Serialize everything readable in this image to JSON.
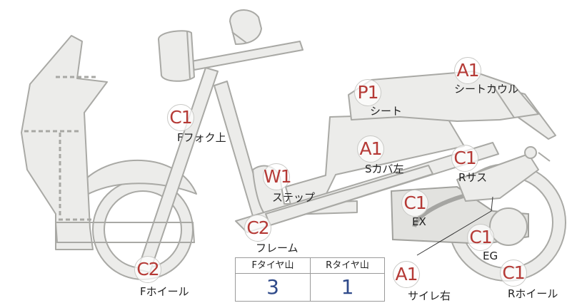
{
  "markers": [
    {
      "id": "f-fork-upper",
      "grade": "C1",
      "label": "Fフォク上"
    },
    {
      "id": "f-wheel",
      "grade": "C2",
      "label": "Fホイール"
    },
    {
      "id": "step",
      "grade": "W1",
      "label": "ステップ"
    },
    {
      "id": "frame",
      "grade": "C2",
      "label": "フレーム"
    },
    {
      "id": "seat",
      "grade": "P1",
      "label": "シート"
    },
    {
      "id": "seat-cowl",
      "grade": "A1",
      "label": "シートカウル"
    },
    {
      "id": "s-cover-left",
      "grade": "A1",
      "label": "Sカバ左"
    },
    {
      "id": "r-suspension",
      "grade": "C1",
      "label": "Rサス"
    },
    {
      "id": "exhaust",
      "grade": "C1",
      "label": "EX"
    },
    {
      "id": "engine",
      "grade": "C1",
      "label": "EG"
    },
    {
      "id": "muffler-right",
      "grade": "A1",
      "label": "サイレ右"
    },
    {
      "id": "r-wheel",
      "grade": "C1",
      "label": "Rホイール"
    }
  ],
  "tire_table": {
    "front_header": "Fタイヤ山",
    "rear_header": "Rタイヤ山",
    "front_value": "3",
    "rear_value": "1"
  }
}
